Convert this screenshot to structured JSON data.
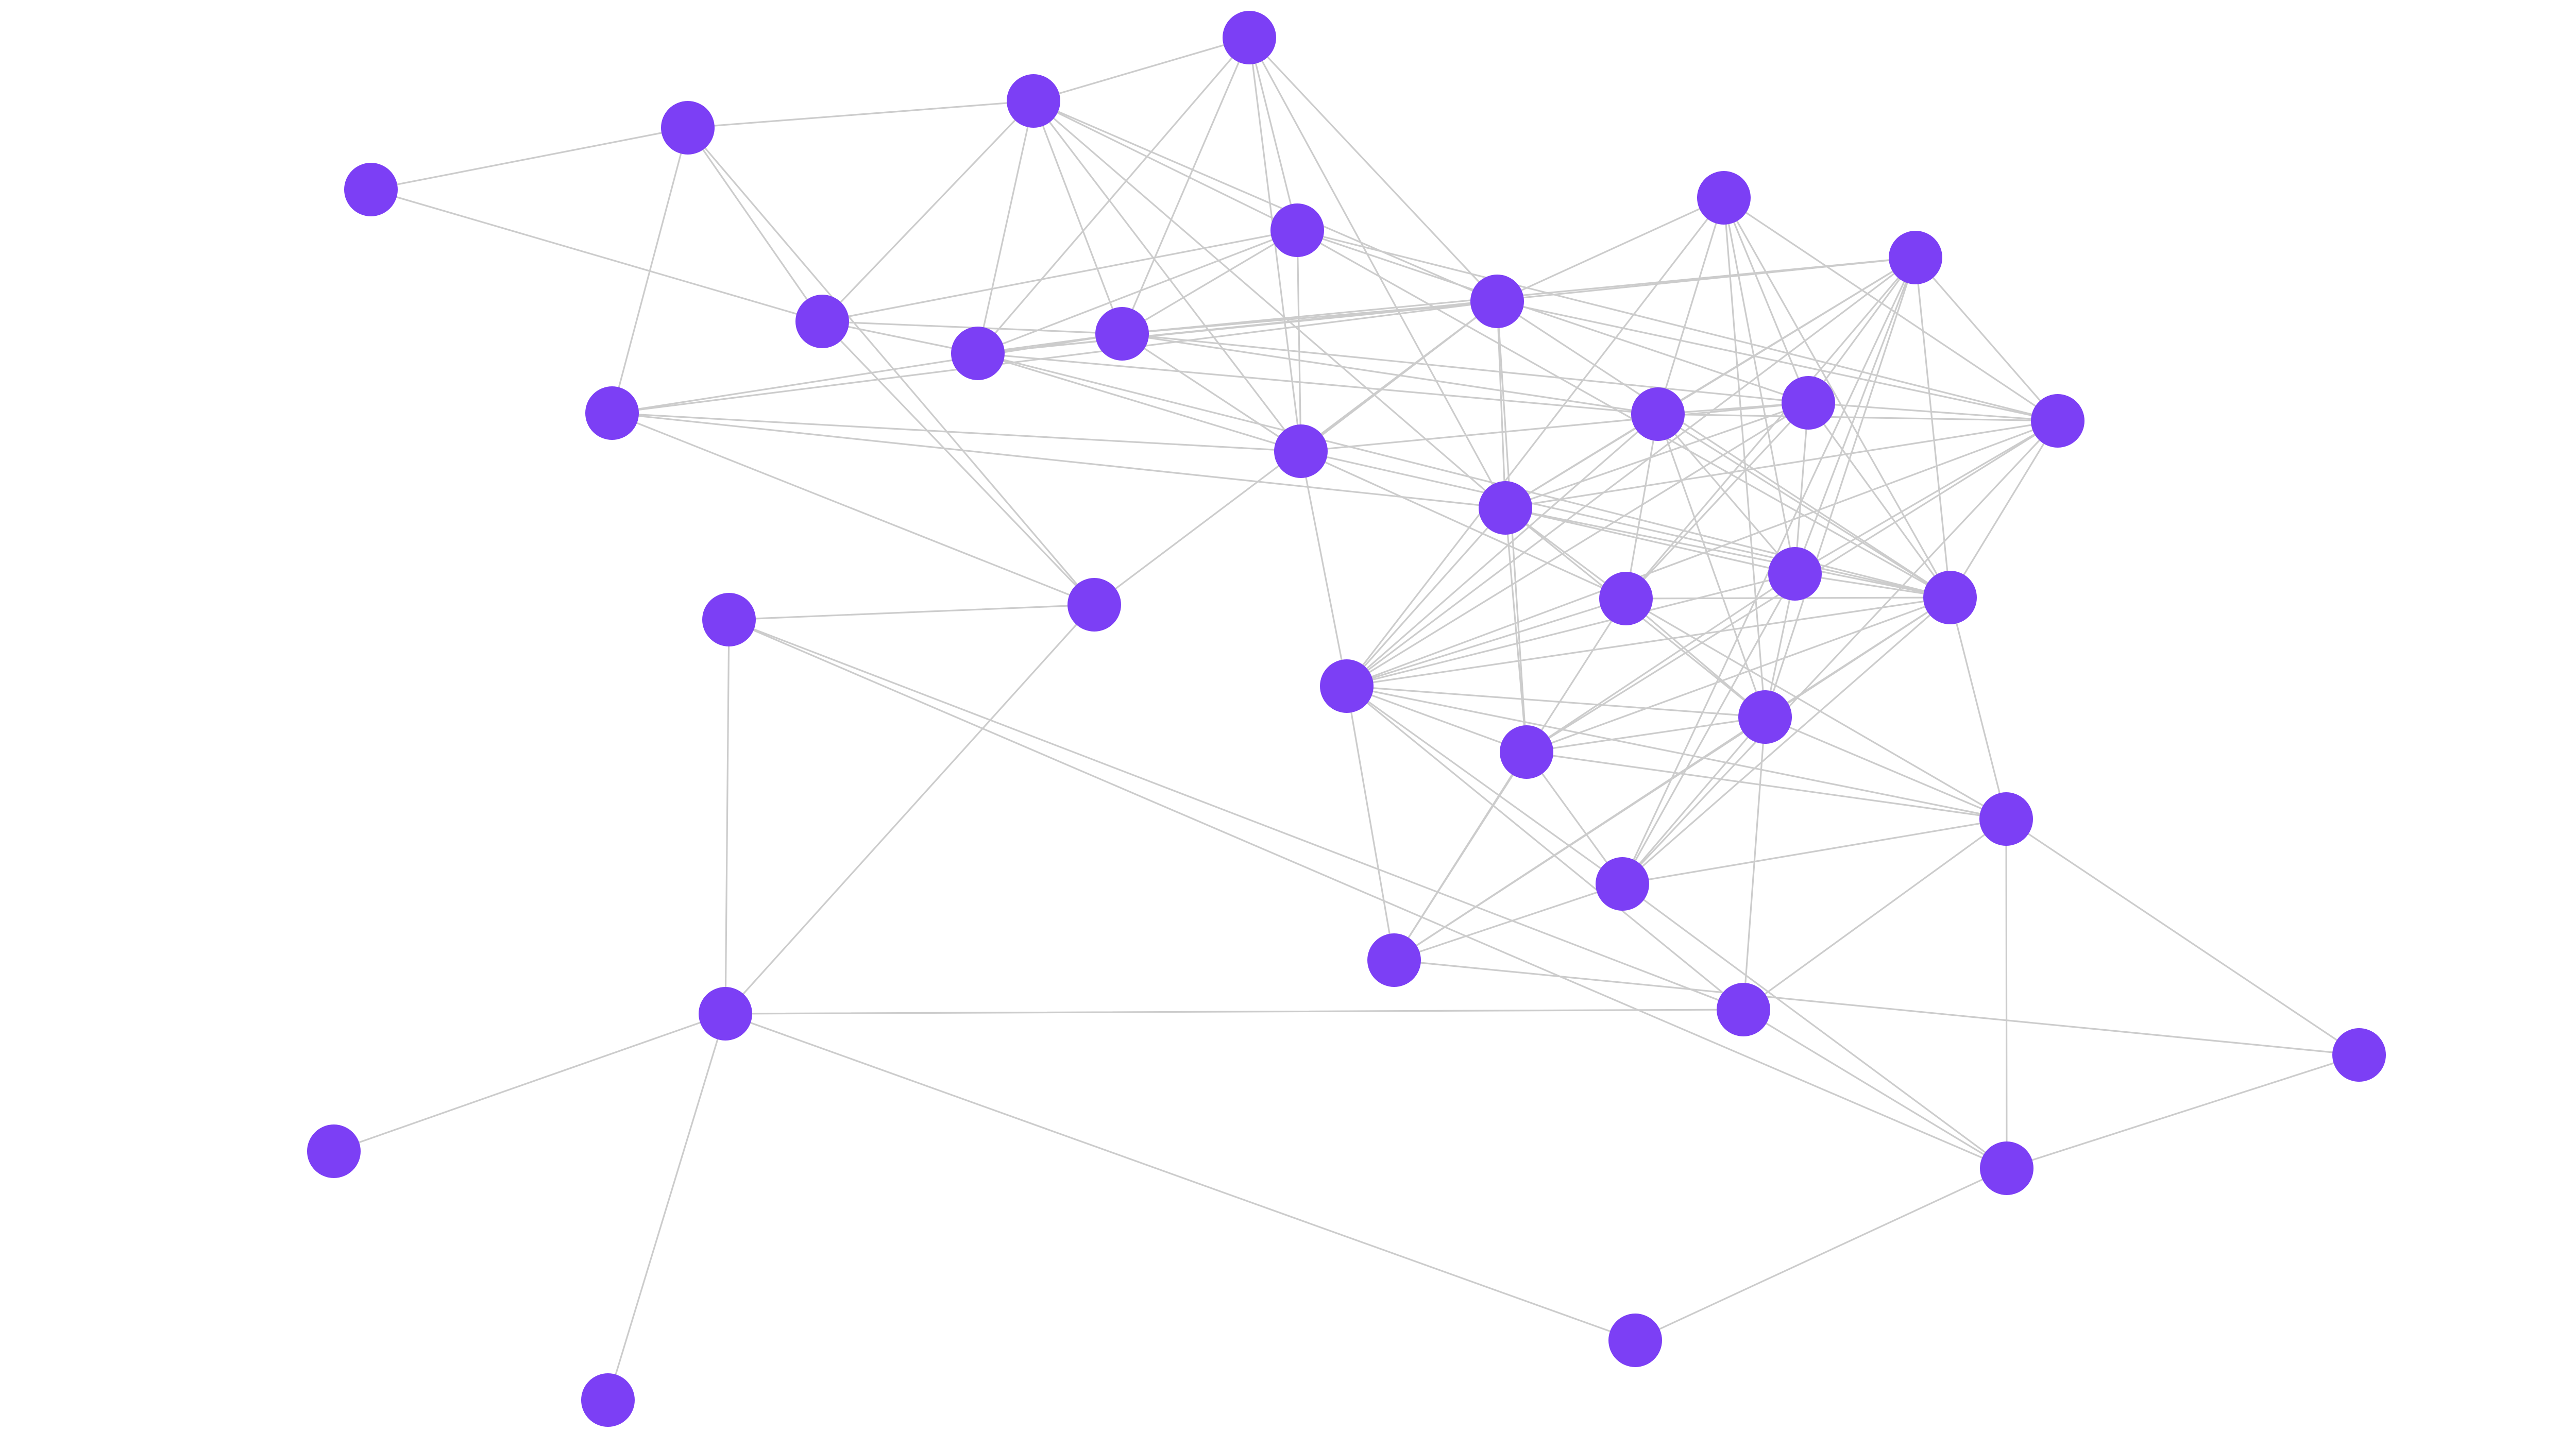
{
  "diagram": {
    "type": "network-graph",
    "colors": {
      "node": "#7c3ff5",
      "edge": "#cccccc",
      "background": "#ffffff"
    },
    "nodes": [
      {
        "id": "n0"
      },
      {
        "id": "n1"
      },
      {
        "id": "n2"
      },
      {
        "id": "n3"
      },
      {
        "id": "n4"
      },
      {
        "id": "n5"
      },
      {
        "id": "n6"
      },
      {
        "id": "n7"
      },
      {
        "id": "n8"
      },
      {
        "id": "n9"
      },
      {
        "id": "n10"
      },
      {
        "id": "n11"
      },
      {
        "id": "n12"
      },
      {
        "id": "n13"
      },
      {
        "id": "n14"
      },
      {
        "id": "n15"
      },
      {
        "id": "n16"
      },
      {
        "id": "n17"
      },
      {
        "id": "n18"
      },
      {
        "id": "n19"
      },
      {
        "id": "n20"
      },
      {
        "id": "n21"
      },
      {
        "id": "n22"
      },
      {
        "id": "n23"
      },
      {
        "id": "n24"
      },
      {
        "id": "n25"
      },
      {
        "id": "n26"
      },
      {
        "id": "n27"
      },
      {
        "id": "n28"
      },
      {
        "id": "n29"
      },
      {
        "id": "n30"
      },
      {
        "id": "n31"
      },
      {
        "id": "n32"
      }
    ],
    "edges": [
      [
        "n0",
        "n1"
      ],
      [
        "n0",
        "n5"
      ],
      [
        "n1",
        "n2"
      ],
      [
        "n1",
        "n5"
      ],
      [
        "n1",
        "n8"
      ],
      [
        "n1",
        "n10"
      ],
      [
        "n2",
        "n3"
      ],
      [
        "n2",
        "n5"
      ],
      [
        "n2",
        "n6"
      ],
      [
        "n2",
        "n4"
      ],
      [
        "n2",
        "n9"
      ],
      [
        "n2",
        "n11"
      ],
      [
        "n2",
        "n13"
      ],
      [
        "n2",
        "n7"
      ],
      [
        "n3",
        "n4"
      ],
      [
        "n3",
        "n6"
      ],
      [
        "n3",
        "n7"
      ],
      [
        "n3",
        "n9"
      ],
      [
        "n3",
        "n11"
      ],
      [
        "n3",
        "n13"
      ],
      [
        "n4",
        "n5"
      ],
      [
        "n4",
        "n6"
      ],
      [
        "n4",
        "n7"
      ],
      [
        "n4",
        "n9"
      ],
      [
        "n4",
        "n15"
      ],
      [
        "n4",
        "n17"
      ],
      [
        "n4",
        "n20"
      ],
      [
        "n5",
        "n6"
      ],
      [
        "n5",
        "n7"
      ],
      [
        "n5",
        "n10"
      ],
      [
        "n6",
        "n7"
      ],
      [
        "n6",
        "n9"
      ],
      [
        "n6",
        "n11"
      ],
      [
        "n6",
        "n14"
      ],
      [
        "n6",
        "n16"
      ],
      [
        "n6",
        "n20"
      ],
      [
        "n7",
        "n8"
      ],
      [
        "n7",
        "n9"
      ],
      [
        "n7",
        "n11"
      ],
      [
        "n7",
        "n14"
      ],
      [
        "n7",
        "n15"
      ],
      [
        "n7",
        "n16"
      ],
      [
        "n8",
        "n9"
      ],
      [
        "n8",
        "n10"
      ],
      [
        "n8",
        "n11"
      ],
      [
        "n8",
        "n13"
      ],
      [
        "n9",
        "n11"
      ],
      [
        "n9",
        "n15"
      ],
      [
        "n9",
        "n18"
      ],
      [
        "n9",
        "n20"
      ],
      [
        "n9",
        "n21"
      ],
      [
        "n10",
        "n11"
      ],
      [
        "n11",
        "n12"
      ],
      [
        "n11",
        "n13"
      ],
      [
        "n11",
        "n17"
      ],
      [
        "n11",
        "n20"
      ],
      [
        "n11",
        "n22"
      ],
      [
        "n12",
        "n14"
      ],
      [
        "n12",
        "n15"
      ],
      [
        "n12",
        "n17"
      ],
      [
        "n12",
        "n19"
      ],
      [
        "n12",
        "n20"
      ],
      [
        "n12",
        "n21"
      ],
      [
        "n12",
        "n23"
      ],
      [
        "n13",
        "n14"
      ],
      [
        "n13",
        "n15"
      ],
      [
        "n13",
        "n16"
      ],
      [
        "n13",
        "n17"
      ],
      [
        "n13",
        "n18"
      ],
      [
        "n13",
        "n19"
      ],
      [
        "n13",
        "n20"
      ],
      [
        "n13",
        "n21"
      ],
      [
        "n13",
        "n22"
      ],
      [
        "n13",
        "n23"
      ],
      [
        "n14",
        "n15"
      ],
      [
        "n14",
        "n16"
      ],
      [
        "n14",
        "n17"
      ],
      [
        "n14",
        "n18"
      ],
      [
        "n14",
        "n19"
      ],
      [
        "n14",
        "n20"
      ],
      [
        "n14",
        "n21"
      ],
      [
        "n14",
        "n23"
      ],
      [
        "n15",
        "n16"
      ],
      [
        "n15",
        "n17"
      ],
      [
        "n15",
        "n18"
      ],
      [
        "n15",
        "n19"
      ],
      [
        "n15",
        "n20"
      ],
      [
        "n15",
        "n21"
      ],
      [
        "n16",
        "n17"
      ],
      [
        "n16",
        "n18"
      ],
      [
        "n16",
        "n19"
      ],
      [
        "n16",
        "n20"
      ],
      [
        "n16",
        "n21"
      ],
      [
        "n16",
        "n23"
      ],
      [
        "n16",
        "n24"
      ],
      [
        "n17",
        "n19"
      ],
      [
        "n17",
        "n20"
      ],
      [
        "n17",
        "n21"
      ],
      [
        "n17",
        "n22"
      ],
      [
        "n17",
        "n24"
      ],
      [
        "n18",
        "n20"
      ],
      [
        "n18",
        "n21"
      ],
      [
        "n18",
        "n23"
      ],
      [
        "n18",
        "n25"
      ],
      [
        "n18",
        "n26"
      ],
      [
        "n19",
        "n20"
      ],
      [
        "n19",
        "n21"
      ],
      [
        "n19",
        "n22"
      ],
      [
        "n19",
        "n23"
      ],
      [
        "n19",
        "n24"
      ],
      [
        "n20",
        "n21"
      ],
      [
        "n20",
        "n22"
      ],
      [
        "n20",
        "n23"
      ],
      [
        "n20",
        "n24"
      ],
      [
        "n20",
        "n25"
      ],
      [
        "n20",
        "n26"
      ],
      [
        "n21",
        "n22"
      ],
      [
        "n21",
        "n23"
      ],
      [
        "n21",
        "n24"
      ],
      [
        "n21",
        "n25"
      ],
      [
        "n21",
        "n26"
      ],
      [
        "n21",
        "n27"
      ],
      [
        "n22",
        "n23"
      ],
      [
        "n22",
        "n24"
      ],
      [
        "n22",
        "n25"
      ],
      [
        "n22",
        "n26"
      ],
      [
        "n23",
        "n24"
      ],
      [
        "n23",
        "n25"
      ],
      [
        "n23",
        "n26"
      ],
      [
        "n23",
        "n27"
      ],
      [
        "n24",
        "n25"
      ],
      [
        "n24",
        "n26"
      ],
      [
        "n24",
        "n28"
      ],
      [
        "n25",
        "n27"
      ],
      [
        "n25",
        "n28"
      ],
      [
        "n25",
        "n29"
      ],
      [
        "n26",
        "n29"
      ],
      [
        "n27",
        "n31"
      ],
      [
        "n27",
        "n28"
      ],
      [
        "n27",
        "n32"
      ],
      [
        "n28",
        "n29"
      ],
      [
        "n28",
        "n32"
      ],
      [
        "n28",
        "n30"
      ],
      [
        "n30",
        "n31"
      ],
      [
        "n31",
        "n32"
      ],
      [
        "n10",
        "n32"
      ]
    ],
    "isolated_group": {
      "nodes": [
        {
          "id": "m0"
        },
        {
          "id": "m1"
        },
        {
          "id": "m2"
        }
      ],
      "edges": [
        [
          "m0",
          "m1"
        ],
        [
          "m0",
          "m2"
        ],
        [
          "m0",
          "n10"
        ]
      ]
    }
  }
}
